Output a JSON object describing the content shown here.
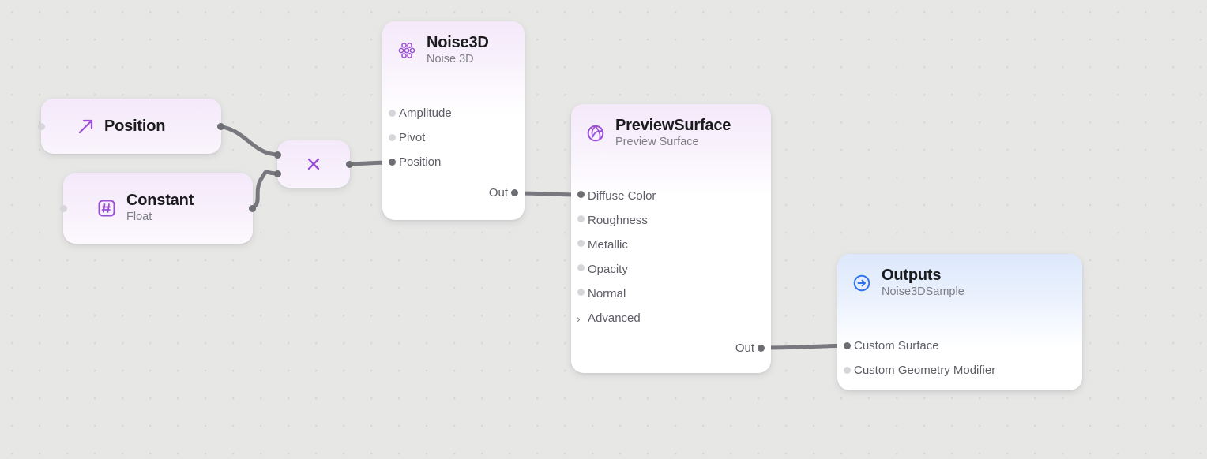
{
  "canvas": {
    "background_color": "#e7e7e6",
    "grid_dot_color": "#d8d8d7",
    "grid_spacing": 35
  },
  "colors": {
    "accent_purple": "#9b4fd4",
    "accent_blue": "#2f72ef",
    "wire": "#78787e",
    "port_connected": "#6d6d74",
    "port_idle": "#d6d6da",
    "node_header_purple": "#f4e9fa",
    "node_header_blue": "#dce8fb"
  },
  "nodes": {
    "position": {
      "title": "Position",
      "icon": "arrow-up-right-icon",
      "in_ports": [
        {
          "label": "",
          "connected": false
        }
      ],
      "out_ports": [
        {
          "label": "",
          "connected": true
        }
      ]
    },
    "constant": {
      "title": "Constant",
      "subtitle": "Float",
      "icon": "hash-square-icon",
      "in_ports": [
        {
          "label": "",
          "connected": false
        }
      ],
      "out_ports": [
        {
          "label": "",
          "connected": true
        }
      ]
    },
    "multiply": {
      "title": "",
      "icon": "multiply-icon",
      "symbol": "×",
      "in_ports": [
        {
          "label": "",
          "connected": true
        },
        {
          "label": "",
          "connected": true
        }
      ],
      "out_ports": [
        {
          "label": "",
          "connected": true
        }
      ]
    },
    "noise3d": {
      "title": "Noise3D",
      "subtitle": "Noise 3D",
      "icon": "noise-cluster-icon",
      "inputs": [
        {
          "label": "Amplitude",
          "connected": false
        },
        {
          "label": "Pivot",
          "connected": false
        },
        {
          "label": "Position",
          "connected": true
        }
      ],
      "outputs": [
        {
          "label": "Out",
          "connected": true
        }
      ]
    },
    "preview_surface": {
      "title": "PreviewSurface",
      "subtitle": "Preview Surface",
      "icon": "aperture-icon",
      "inputs": [
        {
          "label": "Diffuse Color",
          "connected": true
        },
        {
          "label": "Roughness",
          "connected": false
        },
        {
          "label": "Metallic",
          "connected": false
        },
        {
          "label": "Opacity",
          "connected": false
        },
        {
          "label": "Normal",
          "connected": false
        }
      ],
      "advanced": {
        "label": "Advanced",
        "chevron": "›",
        "expanded": false
      },
      "outputs": [
        {
          "label": "Out",
          "connected": true
        }
      ]
    },
    "outputs": {
      "title": "Outputs",
      "subtitle": "Noise3DSample",
      "icon": "arrow-right-circle-icon",
      "inputs": [
        {
          "label": "Custom Surface",
          "connected": true
        },
        {
          "label": "Custom Geometry Modifier",
          "connected": false
        }
      ]
    }
  },
  "connections": [
    {
      "from": "position.out",
      "to": "multiply.in0"
    },
    {
      "from": "constant.out",
      "to": "multiply.in1"
    },
    {
      "from": "multiply.out",
      "to": "noise3d.position"
    },
    {
      "from": "noise3d.out",
      "to": "preview_surface.diffuse_color"
    },
    {
      "from": "preview_surface.out",
      "to": "outputs.custom_surface"
    }
  ]
}
